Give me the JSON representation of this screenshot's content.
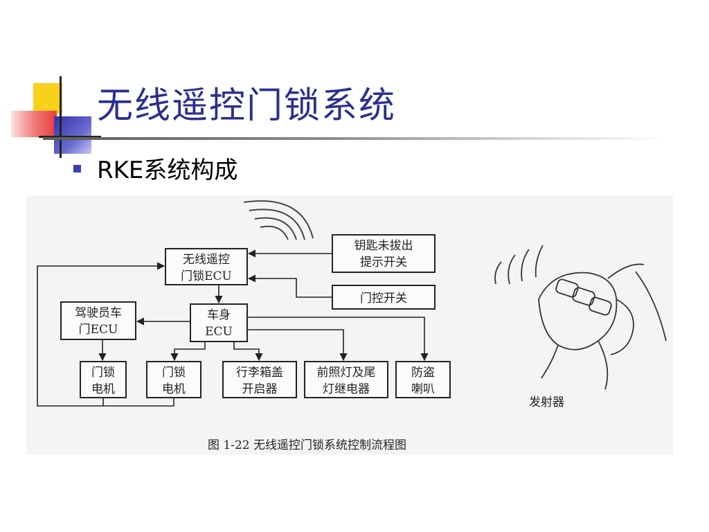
{
  "slide": {
    "title": "无线遥控门锁系统",
    "bullet": "RKE系统构成"
  },
  "diagram": {
    "boxes": {
      "rke_ecu": [
        "无线遥控",
        "门锁ECU"
      ],
      "key_warning": [
        "钥匙未拔出",
        "提示开关"
      ],
      "door_switch": [
        "门控开关"
      ],
      "body_ecu": [
        "车身",
        "ECU"
      ],
      "driver_door_ecu": [
        "驾驶员车",
        "门ECU"
      ],
      "lock_motor_1": [
        "门锁",
        "电机"
      ],
      "lock_motor_2": [
        "门锁",
        "电机"
      ],
      "trunk_opener": [
        "行李箱盖",
        "开启器"
      ],
      "light_relay": [
        "前照灯及尾",
        "灯继电器"
      ],
      "alarm_horn": [
        "防盗",
        "喇叭"
      ]
    },
    "transmitter_label": "发射器",
    "caption": "图 1-22    无线遥控门锁系统控制流程图"
  },
  "colors": {
    "title": "#2b2f8e",
    "bullet": "#3c3cb0",
    "figure_background": "#f4f4f4",
    "line": "#222222"
  }
}
